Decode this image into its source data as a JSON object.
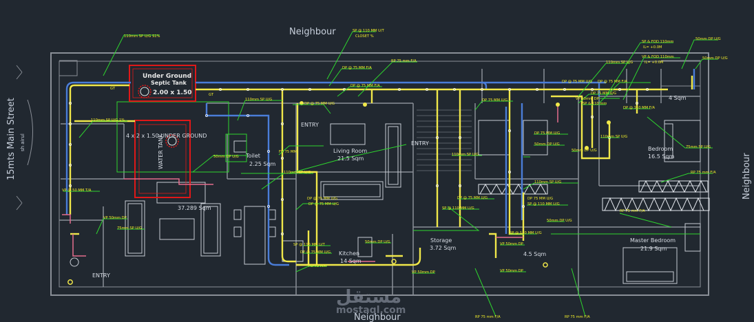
{
  "neighbours": {
    "top": "Neighbour",
    "right": "Neighbour",
    "bottom": "Neighbour"
  },
  "street": {
    "name": "15mts Main Street",
    "sub": "sh airul"
  },
  "tanks": {
    "top": {
      "line1": "Under Ground",
      "line2": "Septic Tank",
      "size": "2.00 x 1.50"
    },
    "left": {
      "line1": "4 x 2 x 1.50 UNDER GROUND",
      "line2": "WATER TANK"
    }
  },
  "rooms": {
    "toilet": {
      "name": "Toilet",
      "area": "2.25 Sqm"
    },
    "living": {
      "name": "Living Room",
      "area": "21.5 Sqm"
    },
    "majlis": {
      "area": "37.289 Sqm"
    },
    "kitchen": {
      "name": "Kitchen",
      "area": "14 Sqm"
    },
    "storage": {
      "name": "Storage",
      "area": "3.72 Sqm"
    },
    "bedroom": {
      "name": "Bedroom",
      "area": "16.5 Sqm"
    },
    "master": {
      "name": "Master Bedroom",
      "area": "21.9 Sqm"
    },
    "laundry": {
      "area": "4 Sqm"
    },
    "bathroom": {
      "area": "4.5 Sqm"
    }
  },
  "entries": [
    "ENTRY",
    "ENTRY",
    "ENTRY"
  ],
  "labels": {
    "l1": "110mm SP U/G S1%",
    "l2": "SP @ 110 MM U/T",
    "l3": "CLOSET %",
    "l4": "RP 75 mm F/A",
    "l5": "SP & FOD 110mm",
    "l6": "IL= +0.0M",
    "l7": "VP & FOD 110mm",
    "l8": "IL= +0.0M",
    "l9": "50mm DP U/G",
    "l10": "110mm SP U/G",
    "l11": "50mm DP U/G",
    "l12": "DP @ 75 MM F/A",
    "l13": "DP @ 75 MM F/A",
    "l14": "DP 75 MM U/G",
    "l15": "110mm SP U/G",
    "l16": "110mm SP U/G 1%",
    "l17": "DP @ 75 MM U/G",
    "l18": "FD 75 MM",
    "l19": "VP @ 50 MM T/A",
    "l20": "SP @ 110 MM U/T",
    "l21": "DP @ 75 MM U/G",
    "l22": "DP @ 75 MM U/G",
    "l23": "110mm SP U/G",
    "l24": "DP 75 MM U/G",
    "l25": "DP 75 MM U/G",
    "l26": "50mm DP U/G",
    "l27": "VP 50mm DP",
    "l28": "75mm SP U/G",
    "l29": "SP @ 110 MM U/G",
    "l30": "DP @ 75 MM U/G",
    "l31": "SP @ 110 MM U/G",
    "l32": "50mm DP U/G",
    "l33": "50mm DP U/G",
    "l34": "FD 75 MM",
    "l35": "VP 50mm DP",
    "l36": "VP 50mm DP",
    "l37": "RP 75 mm F/A",
    "l38": "RP 75 mm F/A",
    "l39": "RP 75 mm F/A",
    "l40": "RP 75 mm F/A",
    "l41": "75mm SP U/G",
    "l42": "DP @ 75 MM F/A",
    "l43": "DP @ 75 MM U/G",
    "l44": "DP 75 MM U/G",
    "l45": "VP 50mm DP",
    "l46": "SP & 110 mm",
    "l47": "DP @ 110 MM F/A",
    "l48": "50mm DP U/G",
    "l49": "50mm DP U/G",
    "l50": "110mm SP U/G",
    "l51": "GT",
    "l52": "GT"
  },
  "watermark": {
    "arabic": "مستقل",
    "latin": "mostaql.com"
  },
  "colors": {
    "background": "#212830",
    "walls": "#8a8f97",
    "yellow_pipe": "#f1e84a",
    "blue_pipe": "#4a7dd8",
    "leader": "#2ed62e",
    "tank": "#e01818"
  }
}
